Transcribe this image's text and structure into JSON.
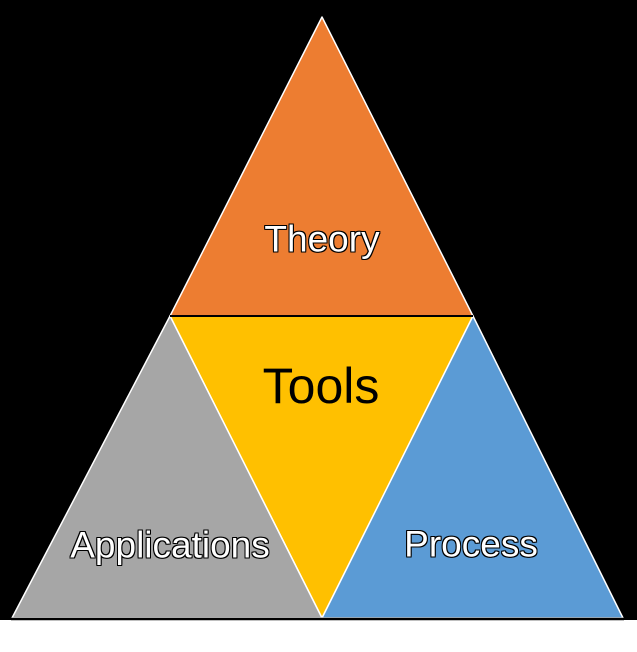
{
  "diagram": {
    "type": "pyramid-diagram",
    "background_color": "#000000",
    "bottom_strip_color": "#FFFFFF",
    "edge_stroke_color": "#FFFFFF",
    "divider_line_color": "#000000",
    "sections": [
      {
        "id": "theory",
        "label": "Theory",
        "color": "#ED7D31",
        "text_color": "#FFFFFF",
        "position": "top"
      },
      {
        "id": "tools",
        "label": "Tools",
        "color": "#FFC000",
        "text_color": "#000000",
        "position": "center-inverted"
      },
      {
        "id": "applications",
        "label": "Applications",
        "color": "#A6A6A6",
        "text_color": "#FFFFFF",
        "position": "bottom-left"
      },
      {
        "id": "process",
        "label": "Process",
        "color": "#5B9BD5",
        "text_color": "#FFFFFF",
        "position": "bottom-right"
      }
    ]
  }
}
